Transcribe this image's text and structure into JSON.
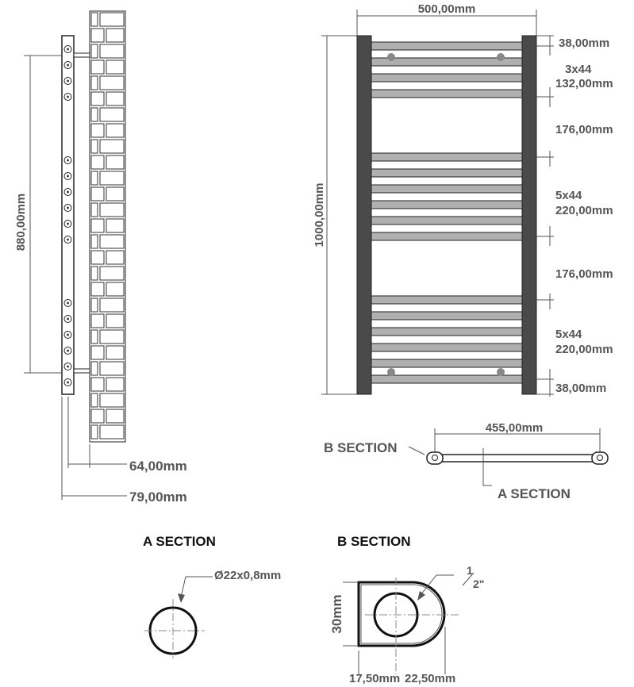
{
  "side_view": {
    "height_dim": "880,00mm",
    "depth_dim_1": "64,00mm",
    "depth_dim_2": "79,00mm"
  },
  "front_view": {
    "width_dim": "500,00mm",
    "height_dim": "1000,00mm",
    "right_dims": [
      "38,00mm",
      "3x44",
      "132,00mm",
      "176,00mm",
      "5x44",
      "220,00mm",
      "176,00mm",
      "5x44",
      "220,00mm",
      "38,00mm"
    ]
  },
  "plan_view": {
    "width_dim": "455,00mm",
    "b_label": "B SECTION",
    "a_label": "A SECTION"
  },
  "a_section": {
    "title": "A SECTION",
    "tube_dim": "Ø22x0,8mm"
  },
  "b_section": {
    "title": "B SECTION",
    "thread_num": "1",
    "thread_den": "2\"",
    "height_dim": "30mm",
    "left_dim": "17,50mm",
    "right_dim": "22,50mm"
  },
  "colors": {
    "frame": "#4a4a4a",
    "bar": "#b0b0b0",
    "text": "#555555"
  }
}
